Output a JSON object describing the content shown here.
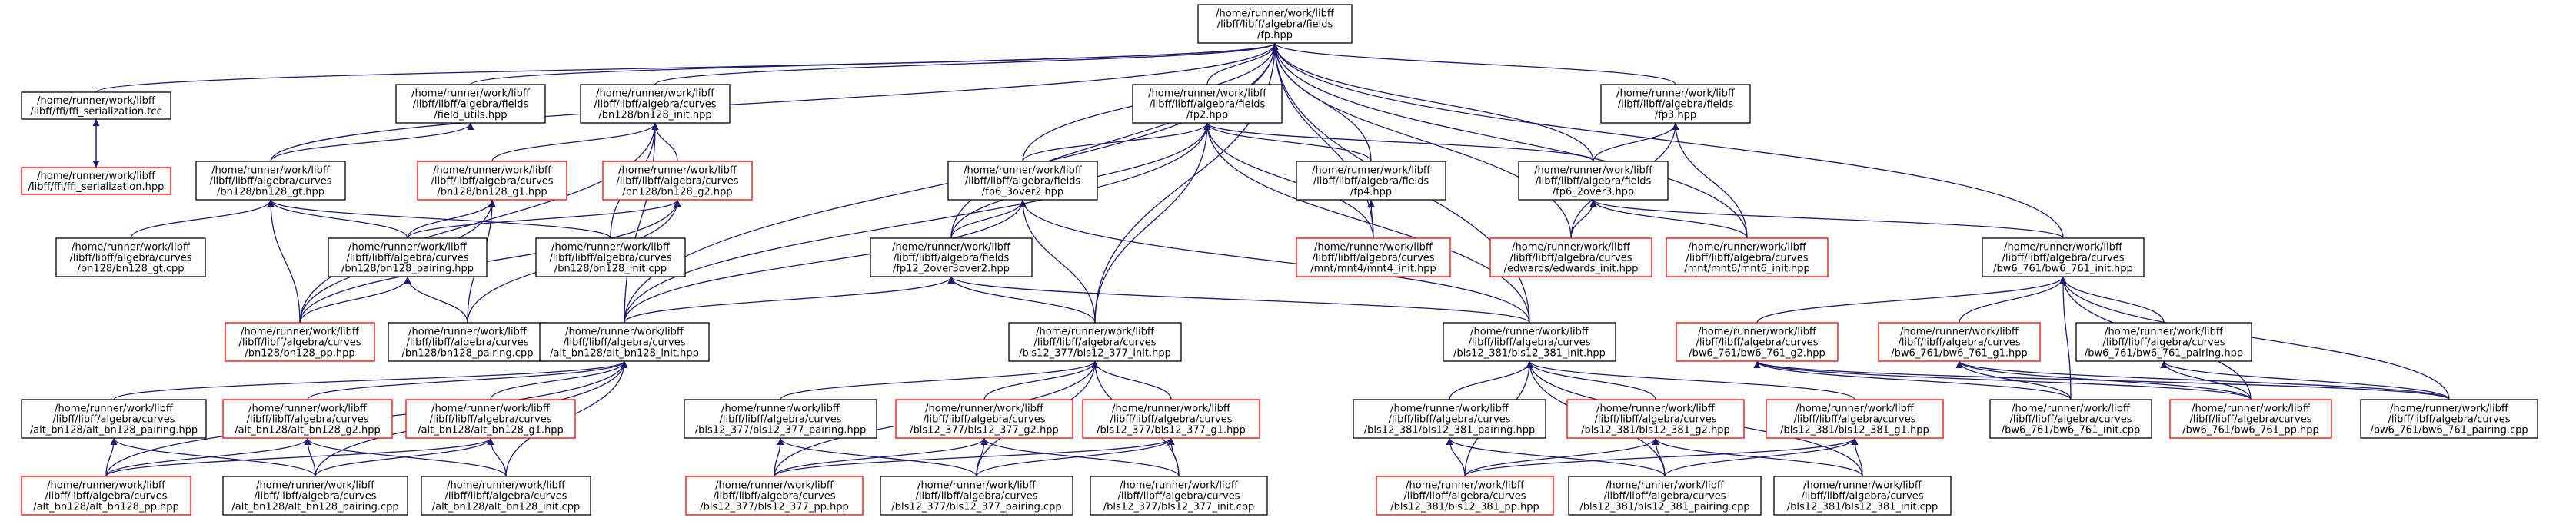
{
  "colors": {
    "edge": "#191970",
    "node_border_normal": "#000000",
    "node_border_truncated": "#ff0000",
    "node_fill_root": "#bfbfbf",
    "node_fill": "#ffffff"
  },
  "nodes": [
    {
      "id": "fp",
      "lines": [
        "/home/runner/work/libff",
        "/libff/libff/algebra/fields",
        "/fp.hpp"
      ],
      "kind": "root"
    },
    {
      "id": "ffi_tcc",
      "lines": [
        "/home/runner/work/libff",
        "/libff/ffi/ffi_serialization.tcc"
      ],
      "kind": "normal"
    },
    {
      "id": "ffi_hpp",
      "lines": [
        "/home/runner/work/libff",
        "/libff/ffi/ffi_serialization.hpp"
      ],
      "kind": "truncated"
    },
    {
      "id": "field_utils",
      "lines": [
        "/home/runner/work/libff",
        "/libff/libff/algebra/fields",
        "/field_utils.hpp"
      ],
      "kind": "normal"
    },
    {
      "id": "bn128_init_hpp",
      "lines": [
        "/home/runner/work/libff",
        "/libff/libff/algebra/curves",
        "/bn128/bn128_init.hpp"
      ],
      "kind": "normal"
    },
    {
      "id": "bn128_gt_hpp",
      "lines": [
        "/home/runner/work/libff",
        "/libff/libff/algebra/curves",
        "/bn128/bn128_gt.hpp"
      ],
      "kind": "normal"
    },
    {
      "id": "bn128_g1_hpp",
      "lines": [
        "/home/runner/work/libff",
        "/libff/libff/algebra/curves",
        "/bn128/bn128_g1.hpp"
      ],
      "kind": "truncated"
    },
    {
      "id": "bn128_g2_hpp",
      "lines": [
        "/home/runner/work/libff",
        "/libff/libff/algebra/curves",
        "/bn128/bn128_g2.hpp"
      ],
      "kind": "truncated"
    },
    {
      "id": "bn128_gt_cpp",
      "lines": [
        "/home/runner/work/libff",
        "/libff/libff/algebra/curves",
        "/bn128/bn128_gt.cpp"
      ],
      "kind": "normal"
    },
    {
      "id": "bn128_pairing_hpp",
      "lines": [
        "/home/runner/work/libff",
        "/libff/libff/algebra/curves",
        "/bn128/bn128_pairing.hpp"
      ],
      "kind": "normal"
    },
    {
      "id": "bn128_init_cpp",
      "lines": [
        "/home/runner/work/libff",
        "/libff/libff/algebra/curves",
        "/bn128/bn128_init.cpp"
      ],
      "kind": "normal"
    },
    {
      "id": "bn128_pp_hpp",
      "lines": [
        "/home/runner/work/libff",
        "/libff/libff/algebra/curves",
        "/bn128/bn128_pp.hpp"
      ],
      "kind": "truncated"
    },
    {
      "id": "bn128_pairing_cpp",
      "lines": [
        "/home/runner/work/libff",
        "/libff/libff/algebra/curves",
        "/bn128/bn128_pairing.cpp"
      ],
      "kind": "normal"
    },
    {
      "id": "fp2",
      "lines": [
        "/home/runner/work/libff",
        "/libff/libff/algebra/fields",
        "/fp2.hpp"
      ],
      "kind": "normal"
    },
    {
      "id": "fp3",
      "lines": [
        "/home/runner/work/libff",
        "/libff/libff/algebra/fields",
        "/fp3.hpp"
      ],
      "kind": "normal"
    },
    {
      "id": "fp6_3over2",
      "lines": [
        "/home/runner/work/libff",
        "/libff/libff/algebra/fields",
        "/fp6_3over2.hpp"
      ],
      "kind": "normal"
    },
    {
      "id": "fp4",
      "lines": [
        "/home/runner/work/libff",
        "/libff/libff/algebra/fields",
        "/fp4.hpp"
      ],
      "kind": "normal"
    },
    {
      "id": "fp6_2over3",
      "lines": [
        "/home/runner/work/libff",
        "/libff/libff/algebra/fields",
        "/fp6_2over3.hpp"
      ],
      "kind": "normal"
    },
    {
      "id": "fp12",
      "lines": [
        "/home/runner/work/libff",
        "/libff/libff/algebra/fields",
        "/fp12_2over3over2.hpp"
      ],
      "kind": "normal"
    },
    {
      "id": "mnt4_init",
      "lines": [
        "/home/runner/work/libff",
        "/libff/libff/algebra/curves",
        "/mnt/mnt4/mnt4_init.hpp"
      ],
      "kind": "truncated"
    },
    {
      "id": "edwards_init",
      "lines": [
        "/home/runner/work/libff",
        "/libff/libff/algebra/curves",
        "/edwards/edwards_init.hpp"
      ],
      "kind": "truncated"
    },
    {
      "id": "mnt6_init",
      "lines": [
        "/home/runner/work/libff",
        "/libff/libff/algebra/curves",
        "/mnt/mnt6/mnt6_init.hpp"
      ],
      "kind": "truncated"
    },
    {
      "id": "bw6_init_hpp",
      "lines": [
        "/home/runner/work/libff",
        "/libff/libff/algebra/curves",
        "/bw6_761/bw6_761_init.hpp"
      ],
      "kind": "normal"
    },
    {
      "id": "alt_init_hpp",
      "lines": [
        "/home/runner/work/libff",
        "/libff/libff/algebra/curves",
        "/alt_bn128/alt_bn128_init.hpp"
      ],
      "kind": "normal"
    },
    {
      "id": "bls377_init_hpp",
      "lines": [
        "/home/runner/work/libff",
        "/libff/libff/algebra/curves",
        "/bls12_377/bls12_377_init.hpp"
      ],
      "kind": "normal"
    },
    {
      "id": "bls381_init_hpp",
      "lines": [
        "/home/runner/work/libff",
        "/libff/libff/algebra/curves",
        "/bls12_381/bls12_381_init.hpp"
      ],
      "kind": "normal"
    },
    {
      "id": "bw6_g2",
      "lines": [
        "/home/runner/work/libff",
        "/libff/libff/algebra/curves",
        "/bw6_761/bw6_761_g2.hpp"
      ],
      "kind": "truncated"
    },
    {
      "id": "bw6_g1",
      "lines": [
        "/home/runner/work/libff",
        "/libff/libff/algebra/curves",
        "/bw6_761/bw6_761_g1.hpp"
      ],
      "kind": "truncated"
    },
    {
      "id": "bw6_pairing_hpp",
      "lines": [
        "/home/runner/work/libff",
        "/libff/libff/algebra/curves",
        "/bw6_761/bw6_761_pairing.hpp"
      ],
      "kind": "normal"
    },
    {
      "id": "bw6_init_cpp",
      "lines": [
        "/home/runner/work/libff",
        "/libff/libff/algebra/curves",
        "/bw6_761/bw6_761_init.cpp"
      ],
      "kind": "normal"
    },
    {
      "id": "bw6_pp",
      "lines": [
        "/home/runner/work/libff",
        "/libff/libff/algebra/curves",
        "/bw6_761/bw6_761_pp.hpp"
      ],
      "kind": "truncated"
    },
    {
      "id": "bw6_pairing_cpp",
      "lines": [
        "/home/runner/work/libff",
        "/libff/libff/algebra/curves",
        "/bw6_761/bw6_761_pairing.cpp"
      ],
      "kind": "normal"
    },
    {
      "id": "alt_pairing_hpp",
      "lines": [
        "/home/runner/work/libff",
        "/libff/libff/algebra/curves",
        "/alt_bn128/alt_bn128_pairing.hpp"
      ],
      "kind": "normal"
    },
    {
      "id": "alt_g2",
      "lines": [
        "/home/runner/work/libff",
        "/libff/libff/algebra/curves",
        "/alt_bn128/alt_bn128_g2.hpp"
      ],
      "kind": "truncated"
    },
    {
      "id": "alt_g1",
      "lines": [
        "/home/runner/work/libff",
        "/libff/libff/algebra/curves",
        "/alt_bn128/alt_bn128_g1.hpp"
      ],
      "kind": "truncated"
    },
    {
      "id": "alt_pp",
      "lines": [
        "/home/runner/work/libff",
        "/libff/libff/algebra/curves",
        "/alt_bn128/alt_bn128_pp.hpp"
      ],
      "kind": "truncated"
    },
    {
      "id": "alt_pairing_cpp",
      "lines": [
        "/home/runner/work/libff",
        "/libff/libff/algebra/curves",
        "/alt_bn128/alt_bn128_pairing.cpp"
      ],
      "kind": "normal"
    },
    {
      "id": "alt_init_cpp",
      "lines": [
        "/home/runner/work/libff",
        "/libff/libff/algebra/curves",
        "/alt_bn128/alt_bn128_init.cpp"
      ],
      "kind": "normal"
    },
    {
      "id": "bls377_pairing_hpp",
      "lines": [
        "/home/runner/work/libff",
        "/libff/libff/algebra/curves",
        "/bls12_377/bls12_377_pairing.hpp"
      ],
      "kind": "normal"
    },
    {
      "id": "bls377_g2",
      "lines": [
        "/home/runner/work/libff",
        "/libff/libff/algebra/curves",
        "/bls12_377/bls12_377_g2.hpp"
      ],
      "kind": "truncated"
    },
    {
      "id": "bls377_g1",
      "lines": [
        "/home/runner/work/libff",
        "/libff/libff/algebra/curves",
        "/bls12_377/bls12_377_g1.hpp"
      ],
      "kind": "truncated"
    },
    {
      "id": "bls377_pp",
      "lines": [
        "/home/runner/work/libff",
        "/libff/libff/algebra/curves",
        "/bls12_377/bls12_377_pp.hpp"
      ],
      "kind": "truncated"
    },
    {
      "id": "bls377_pairing_cpp",
      "lines": [
        "/home/runner/work/libff",
        "/libff/libff/algebra/curves",
        "/bls12_377/bls12_377_pairing.cpp"
      ],
      "kind": "normal"
    },
    {
      "id": "bls377_init_cpp",
      "lines": [
        "/home/runner/work/libff",
        "/libff/libff/algebra/curves",
        "/bls12_377/bls12_377_init.cpp"
      ],
      "kind": "normal"
    },
    {
      "id": "bls381_pairing_hpp",
      "lines": [
        "/home/runner/work/libff",
        "/libff/libff/algebra/curves",
        "/bls12_381/bls12_381_pairing.hpp"
      ],
      "kind": "normal"
    },
    {
      "id": "bls381_g2",
      "lines": [
        "/home/runner/work/libff",
        "/libff/libff/algebra/curves",
        "/bls12_381/bls12_381_g2.hpp"
      ],
      "kind": "truncated"
    },
    {
      "id": "bls381_g1",
      "lines": [
        "/home/runner/work/libff",
        "/libff/libff/algebra/curves",
        "/bls12_381/bls12_381_g1.hpp"
      ],
      "kind": "truncated"
    },
    {
      "id": "bls381_pp",
      "lines": [
        "/home/runner/work/libff",
        "/libff/libff/algebra/curves",
        "/bls12_381/bls12_381_pp.hpp"
      ],
      "kind": "truncated"
    },
    {
      "id": "bls381_pairing_cpp",
      "lines": [
        "/home/runner/work/libff",
        "/libff/libff/algebra/curves",
        "/bls12_381/bls12_381_pairing.cpp"
      ],
      "kind": "normal"
    },
    {
      "id": "bls381_init_cpp",
      "lines": [
        "/home/runner/work/libff",
        "/libff/libff/algebra/curves",
        "/bls12_381/bls12_381_init.cpp"
      ],
      "kind": "normal"
    }
  ],
  "edges": [
    [
      "ffi_tcc",
      "fp"
    ],
    [
      "ffi_tcc",
      "ffi_hpp"
    ],
    [
      "ffi_hpp",
      "ffi_tcc"
    ],
    [
      "field_utils",
      "fp"
    ],
    [
      "bn128_gt_hpp",
      "field_utils"
    ],
    [
      "bn128_init_hpp",
      "fp"
    ],
    [
      "bn128_g1_hpp",
      "bn128_init_hpp"
    ],
    [
      "bn128_g2_hpp",
      "bn128_init_hpp"
    ],
    [
      "bn128_init_cpp",
      "bn128_init_hpp"
    ],
    [
      "bn128_pp_hpp",
      "bn128_init_hpp"
    ],
    [
      "alt_init_hpp",
      "bn128_init_hpp"
    ],
    [
      "bn128_gt_hpp",
      "fp"
    ],
    [
      "bn128_gt_cpp",
      "bn128_gt_hpp"
    ],
    [
      "bn128_pairing_hpp",
      "bn128_gt_hpp"
    ],
    [
      "bn128_init_cpp",
      "bn128_gt_hpp"
    ],
    [
      "bn128_pp_hpp",
      "bn128_gt_hpp"
    ],
    [
      "bn128_pairing_hpp",
      "bn128_g1_hpp"
    ],
    [
      "bn128_pp_hpp",
      "bn128_g1_hpp"
    ],
    [
      "bn128_pairing_cpp",
      "bn128_g1_hpp"
    ],
    [
      "bn128_pairing_hpp",
      "bn128_g2_hpp"
    ],
    [
      "bn128_pp_hpp",
      "bn128_g2_hpp"
    ],
    [
      "bn128_pairing_cpp",
      "bn128_g2_hpp"
    ],
    [
      "bn128_pp_hpp",
      "bn128_pairing_hpp"
    ],
    [
      "bn128_pairing_cpp",
      "bn128_pairing_hpp"
    ],
    [
      "fp2",
      "fp"
    ],
    [
      "fp3",
      "fp"
    ],
    [
      "fp6_3over2",
      "fp"
    ],
    [
      "fp4",
      "fp"
    ],
    [
      "fp6_2over3",
      "fp"
    ],
    [
      "fp12",
      "fp"
    ],
    [
      "mnt4_init",
      "fp"
    ],
    [
      "edwards_init",
      "fp"
    ],
    [
      "mnt6_init",
      "fp"
    ],
    [
      "bw6_init_hpp",
      "fp"
    ],
    [
      "alt_init_hpp",
      "fp"
    ],
    [
      "bls377_init_hpp",
      "fp"
    ],
    [
      "bls381_init_hpp",
      "fp"
    ],
    [
      "fp6_3over2",
      "fp2"
    ],
    [
      "fp4",
      "fp2"
    ],
    [
      "fp6_2over3",
      "fp2"
    ],
    [
      "fp12",
      "fp2"
    ],
    [
      "mnt4_init",
      "fp2"
    ],
    [
      "alt_init_hpp",
      "fp2"
    ],
    [
      "bls377_init_hpp",
      "fp2"
    ],
    [
      "bls381_init_hpp",
      "fp2"
    ],
    [
      "fp6_2over3",
      "fp3"
    ],
    [
      "edwards_init",
      "fp3"
    ],
    [
      "mnt6_init",
      "fp3"
    ],
    [
      "fp12",
      "fp6_3over2"
    ],
    [
      "alt_init_hpp",
      "fp6_3over2"
    ],
    [
      "bls377_init_hpp",
      "fp6_3over2"
    ],
    [
      "bls381_init_hpp",
      "fp6_3over2"
    ],
    [
      "mnt4_init",
      "fp4"
    ],
    [
      "edwards_init",
      "fp6_2over3"
    ],
    [
      "mnt6_init",
      "fp6_2over3"
    ],
    [
      "bw6_init_hpp",
      "fp6_2over3"
    ],
    [
      "alt_init_hpp",
      "fp12"
    ],
    [
      "bls377_init_hpp",
      "fp12"
    ],
    [
      "bls381_init_hpp",
      "fp12"
    ],
    [
      "bw6_g2",
      "bw6_init_hpp"
    ],
    [
      "bw6_g1",
      "bw6_init_hpp"
    ],
    [
      "bw6_pairing_hpp",
      "bw6_init_hpp"
    ],
    [
      "bw6_init_cpp",
      "bw6_init_hpp"
    ],
    [
      "bw6_pp",
      "bw6_init_hpp"
    ],
    [
      "bw6_pairing_cpp",
      "bw6_init_hpp"
    ],
    [
      "bw6_init_cpp",
      "bw6_g2"
    ],
    [
      "bw6_pp",
      "bw6_g2"
    ],
    [
      "bw6_pairing_cpp",
      "bw6_g2"
    ],
    [
      "bw6_init_cpp",
      "bw6_g1"
    ],
    [
      "bw6_pp",
      "bw6_g1"
    ],
    [
      "bw6_pairing_cpp",
      "bw6_g1"
    ],
    [
      "bw6_pp",
      "bw6_pairing_hpp"
    ],
    [
      "bw6_pairing_cpp",
      "bw6_pairing_hpp"
    ],
    [
      "alt_pairing_hpp",
      "alt_init_hpp"
    ],
    [
      "alt_g2",
      "alt_init_hpp"
    ],
    [
      "alt_g1",
      "alt_init_hpp"
    ],
    [
      "alt_pp",
      "alt_init_hpp"
    ],
    [
      "alt_pairing_cpp",
      "alt_init_hpp"
    ],
    [
      "alt_init_cpp",
      "alt_init_hpp"
    ],
    [
      "alt_pp",
      "alt_pairing_hpp"
    ],
    [
      "alt_pairing_cpp",
      "alt_pairing_hpp"
    ],
    [
      "alt_pp",
      "alt_g2"
    ],
    [
      "alt_pairing_cpp",
      "alt_g2"
    ],
    [
      "alt_init_cpp",
      "alt_g2"
    ],
    [
      "alt_pp",
      "alt_g1"
    ],
    [
      "alt_pairing_cpp",
      "alt_g1"
    ],
    [
      "alt_init_cpp",
      "alt_g1"
    ],
    [
      "bls377_pairing_hpp",
      "bls377_init_hpp"
    ],
    [
      "bls377_g2",
      "bls377_init_hpp"
    ],
    [
      "bls377_g1",
      "bls377_init_hpp"
    ],
    [
      "bls377_pp",
      "bls377_init_hpp"
    ],
    [
      "bls377_pairing_cpp",
      "bls377_init_hpp"
    ],
    [
      "bls377_init_cpp",
      "bls377_init_hpp"
    ],
    [
      "bls377_pp",
      "bls377_pairing_hpp"
    ],
    [
      "bls377_pairing_cpp",
      "bls377_pairing_hpp"
    ],
    [
      "bls377_pp",
      "bls377_g2"
    ],
    [
      "bls377_pairing_cpp",
      "bls377_g2"
    ],
    [
      "bls377_init_cpp",
      "bls377_g2"
    ],
    [
      "bls377_pp",
      "bls377_g1"
    ],
    [
      "bls377_pairing_cpp",
      "bls377_g1"
    ],
    [
      "bls377_init_cpp",
      "bls377_g1"
    ],
    [
      "bls381_pairing_hpp",
      "bls381_init_hpp"
    ],
    [
      "bls381_g2",
      "bls381_init_hpp"
    ],
    [
      "bls381_g1",
      "bls381_init_hpp"
    ],
    [
      "bls381_pp",
      "bls381_init_hpp"
    ],
    [
      "bls381_pairing_cpp",
      "bls381_init_hpp"
    ],
    [
      "bls381_init_cpp",
      "bls381_init_hpp"
    ],
    [
      "bls381_pp",
      "bls381_pairing_hpp"
    ],
    [
      "bls381_pairing_cpp",
      "bls381_pairing_hpp"
    ],
    [
      "bls381_pp",
      "bls381_g2"
    ],
    [
      "bls381_pairing_cpp",
      "bls381_g2"
    ],
    [
      "bls381_init_cpp",
      "bls381_g2"
    ],
    [
      "bls381_pp",
      "bls381_g1"
    ],
    [
      "bls381_pairing_cpp",
      "bls381_g1"
    ],
    [
      "bls381_init_cpp",
      "bls381_g1"
    ]
  ]
}
